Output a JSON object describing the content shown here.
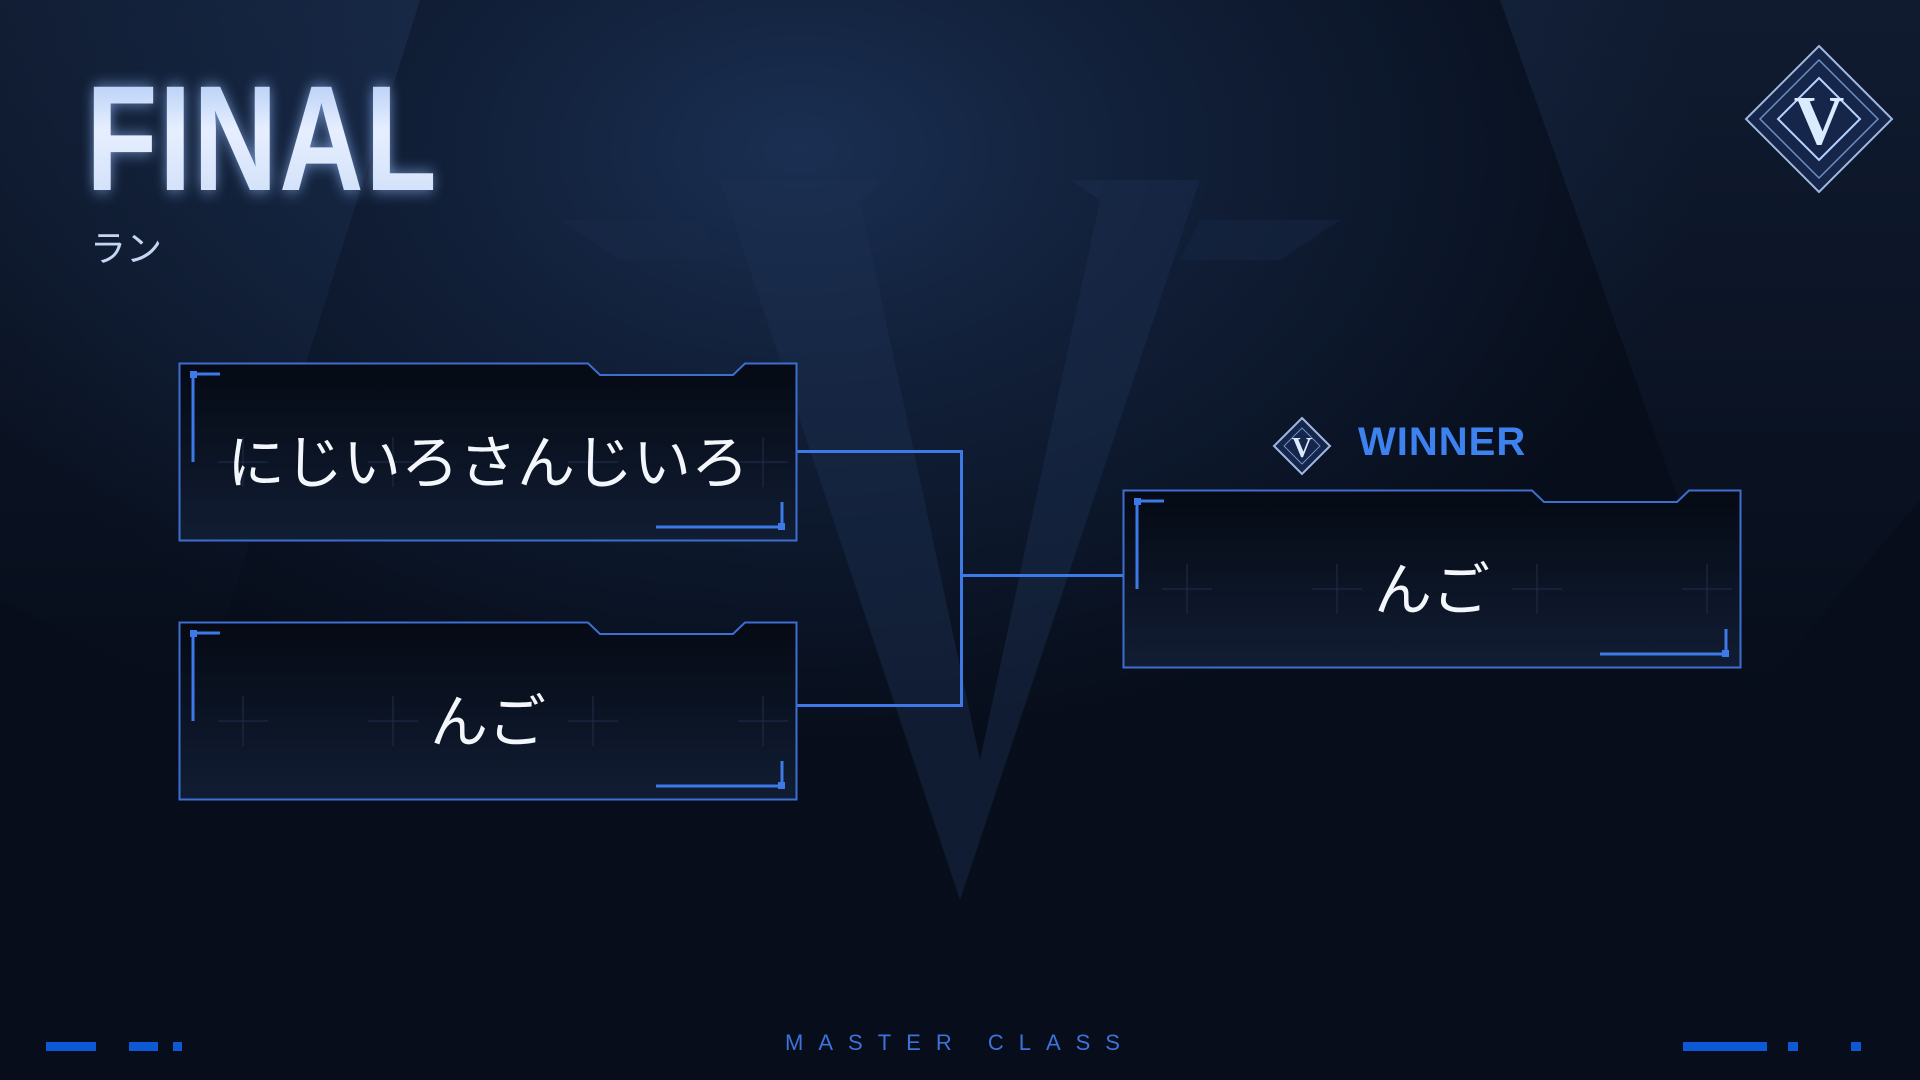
{
  "header": {
    "title": "FINAL",
    "subtitle": "ラン"
  },
  "bracket": {
    "semifinal": [
      {
        "name": "にじいろさんじいろ"
      },
      {
        "name": "んご"
      }
    ],
    "winner_label": "WINNER",
    "winner": {
      "name": "んご"
    }
  },
  "footer": {
    "brand": "MASTER CLASS"
  },
  "icons": {
    "logo": "v-diamond-logo",
    "winner": "v-diamond-icon"
  },
  "colors": {
    "accent": "#3d7ae8",
    "winner_text": "#3d82ee",
    "footer_bar": "#0d58d4"
  }
}
